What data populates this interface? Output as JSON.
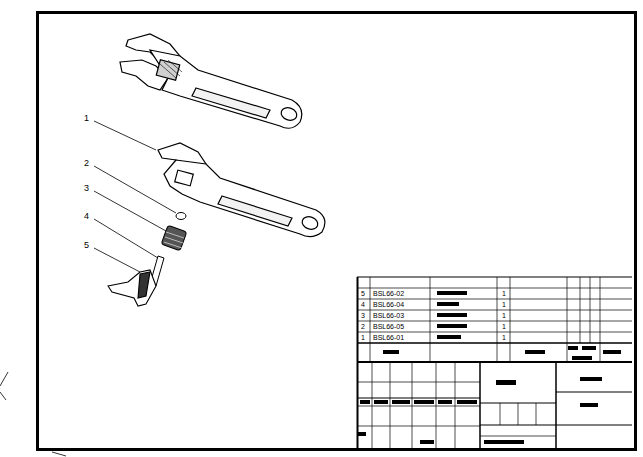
{
  "diagram": {
    "labels": [
      "1",
      "2",
      "3",
      "4",
      "5",
      "5",
      "BSL66-02",
      "1",
      "4",
      "BSL66-04",
      "1",
      "3",
      "BSL66-03",
      "1",
      "2",
      "BSL66-05",
      "1",
      "1",
      "BSL66-01",
      "1"
    ]
  }
}
